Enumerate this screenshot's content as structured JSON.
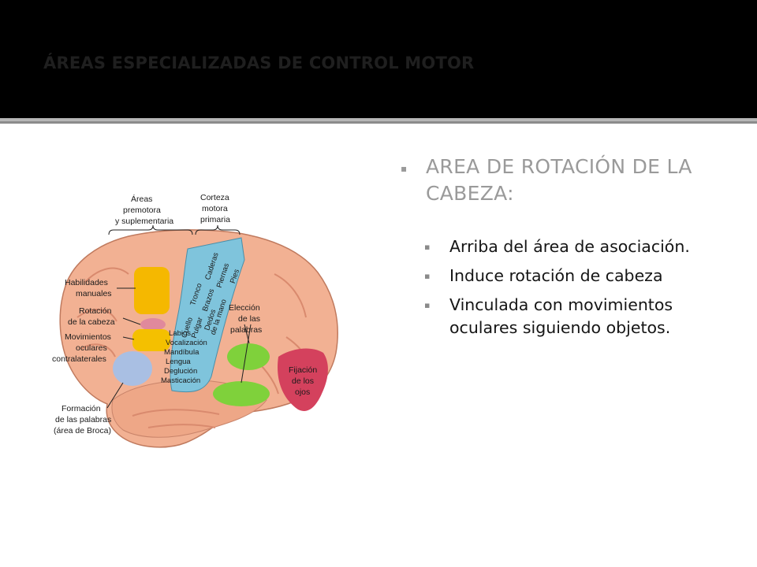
{
  "slide": {
    "title": "ÁREAS ESPECIALIZADAS DE CONTROL MOTOR",
    "main_bullet": "AREA DE ROTACIÓN DE LA CABEZA:",
    "sub_bullets": [
      "Arriba del área de asociación.",
      "Induce rotación de cabeza",
      "Vinculada con movimientos oculares siguiendo objetos."
    ]
  },
  "figure": {
    "top_labels": {
      "premotor": [
        "Áreas",
        "premotora",
        "y suplementaria"
      ],
      "motor": [
        "Corteza",
        "motora",
        "primaria"
      ]
    },
    "left_labels": {
      "hands": [
        "Habilidades",
        "manuales"
      ],
      "head": [
        "Rotación",
        "de la cabeza"
      ],
      "eyes": [
        "Movimientos",
        "oculares",
        "contralaterales"
      ],
      "broca": [
        "Formación",
        "de las palabras",
        "(área de Broca)"
      ]
    },
    "right_labels": {
      "words": [
        "Elección",
        "de las",
        "palabras"
      ],
      "fixation": [
        "Fijación",
        "de los",
        "ojos"
      ]
    },
    "motor_strip_labels": [
      "Cuello",
      "Tronco",
      "Caderas",
      "Pulgar",
      "Brazos",
      "Piernas",
      "Dedos",
      "de la mano",
      "Pies"
    ],
    "lower_strip_labels": [
      "Labios",
      "Vocalización",
      "Mandíbula",
      "Lengua",
      "Deglución",
      "Masticación"
    ],
    "colors": {
      "brain": "#f2b193",
      "gyri": "#d98a6e",
      "motor_strip": "#7fc4dc",
      "hands_area": "#f5b800",
      "head_area": "#e0899c",
      "eyes_area": "#f4c000",
      "broca_area": "#a9bfe3",
      "words_area": "#7fd13b",
      "fixation_area": "#d4415d"
    }
  }
}
